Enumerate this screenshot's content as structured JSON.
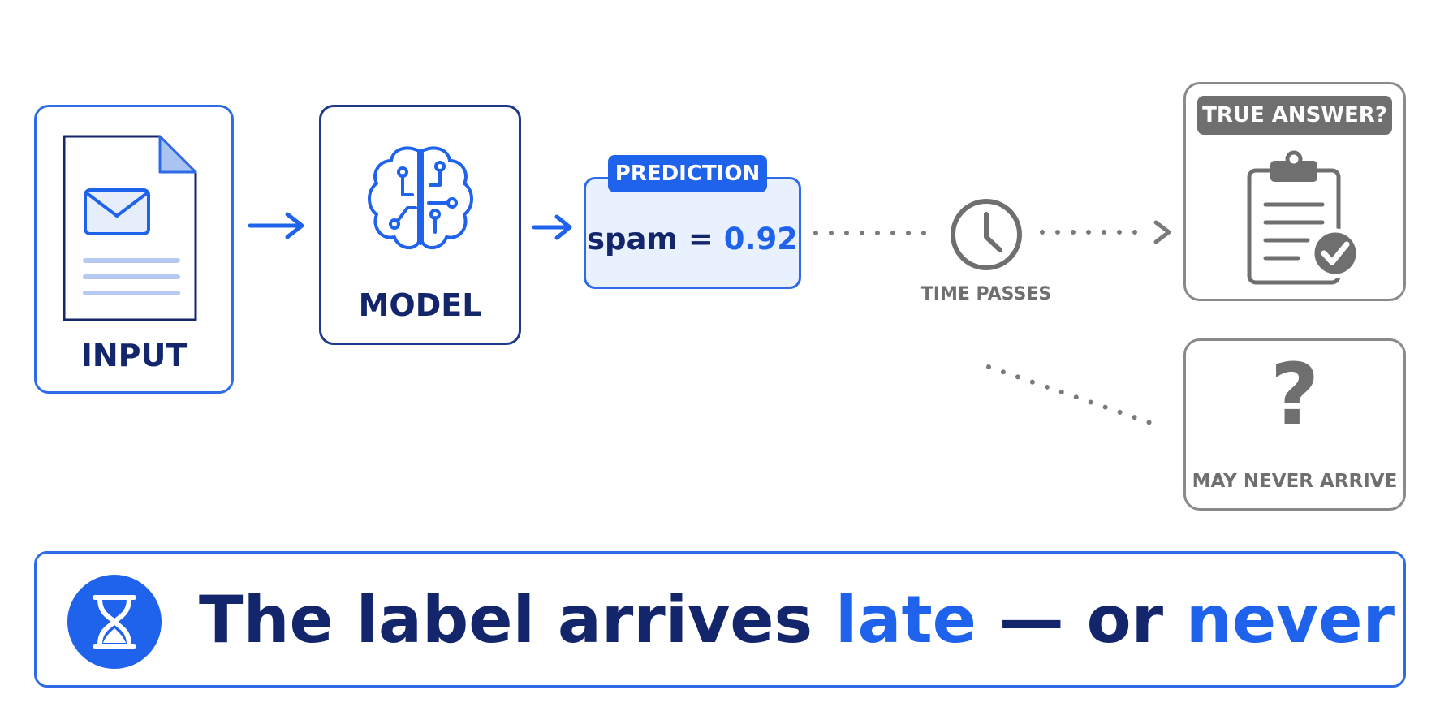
{
  "input": {
    "label": "INPUT"
  },
  "model": {
    "label": "MODEL"
  },
  "prediction": {
    "badge": "PREDICTION",
    "key": "spam = ",
    "value": "0.92"
  },
  "time": {
    "label": "TIME PASSES"
  },
  "true_answer": {
    "badge": "TRUE ANSWER?"
  },
  "never": {
    "glyph": "?",
    "label": "MAY NEVER ARRIVE"
  },
  "banner": {
    "part1": "The label arrives ",
    "late": "late",
    "part2": " — or ",
    "never": "never"
  },
  "colors": {
    "blue": "#1f63ec",
    "navy": "#14266b",
    "gray": "#6f6f6f"
  }
}
